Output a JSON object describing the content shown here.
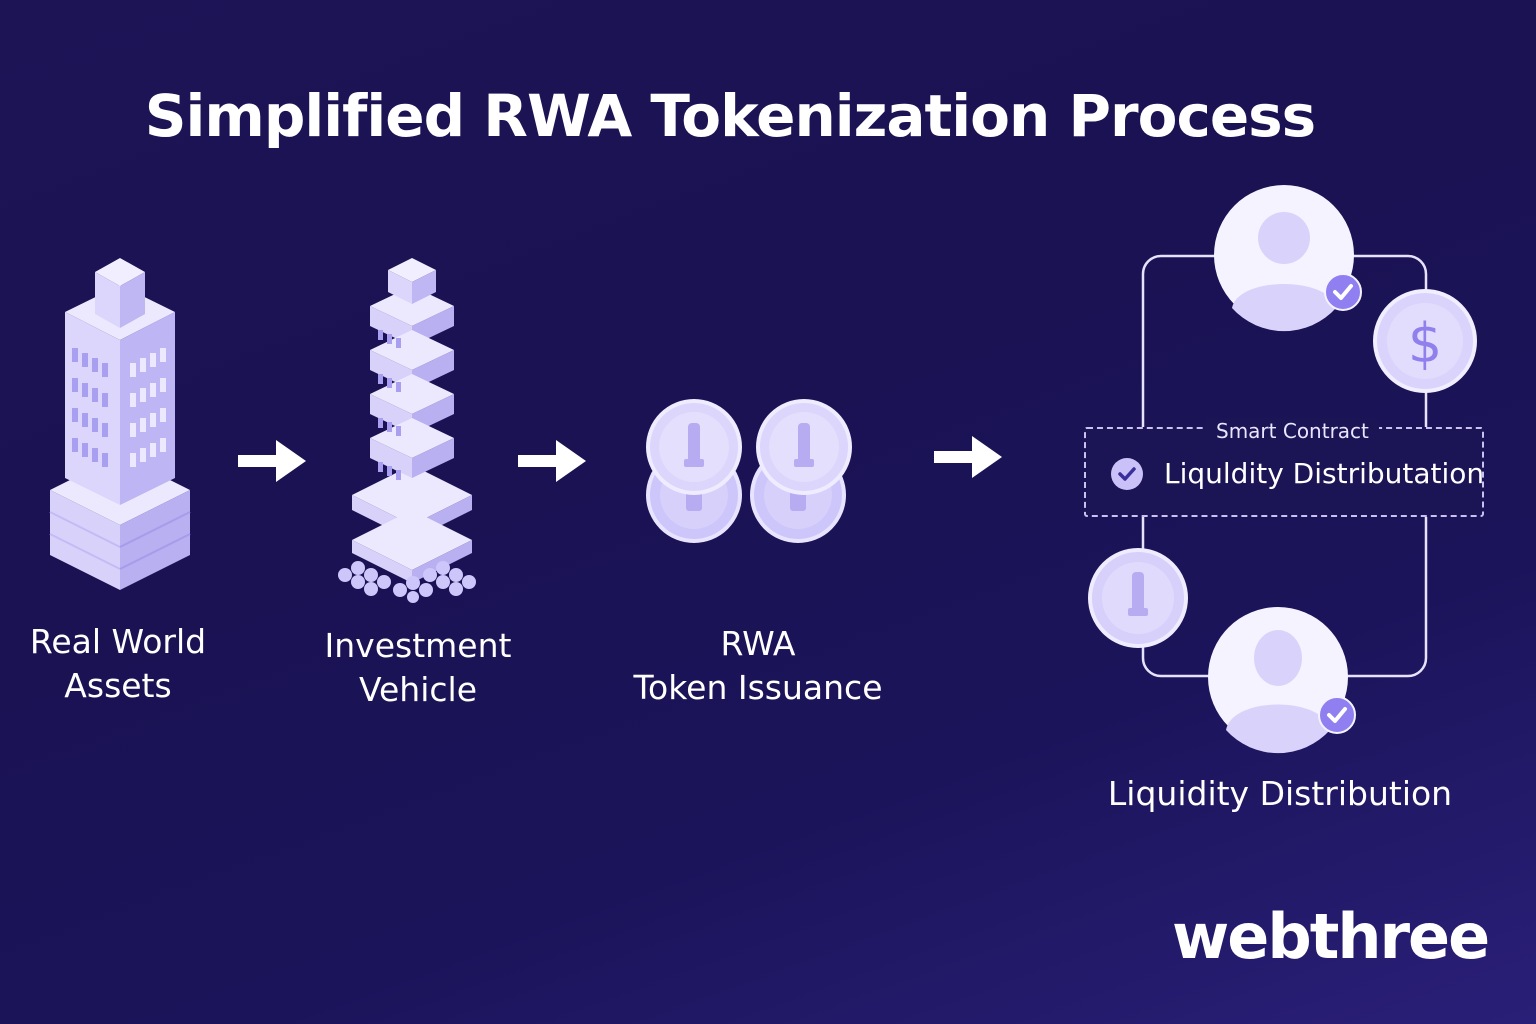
{
  "title": "Simplified RWA Tokenization Process",
  "steps": [
    {
      "line1": "Real World",
      "line2": "Assets",
      "icon": "building-icon"
    },
    {
      "line1": "Investment",
      "line2": "Vehicle",
      "icon": "stacked-tower-icon"
    },
    {
      "line1": "RWA",
      "line2": "Token Issuance",
      "icon": "token-coins-icon"
    },
    {
      "line1": "Liquidity Distribution",
      "icon": "distribution-network-icon"
    }
  ],
  "smart_contract": {
    "tag": "Smart Contract",
    "text": "Liquldity Distributation"
  },
  "brand": "webthree",
  "colors": {
    "background": "#1b1455",
    "illustration": "#d8d2fb",
    "illustration_shadow": "#b7acf2",
    "accent": "#8f7ff0"
  }
}
